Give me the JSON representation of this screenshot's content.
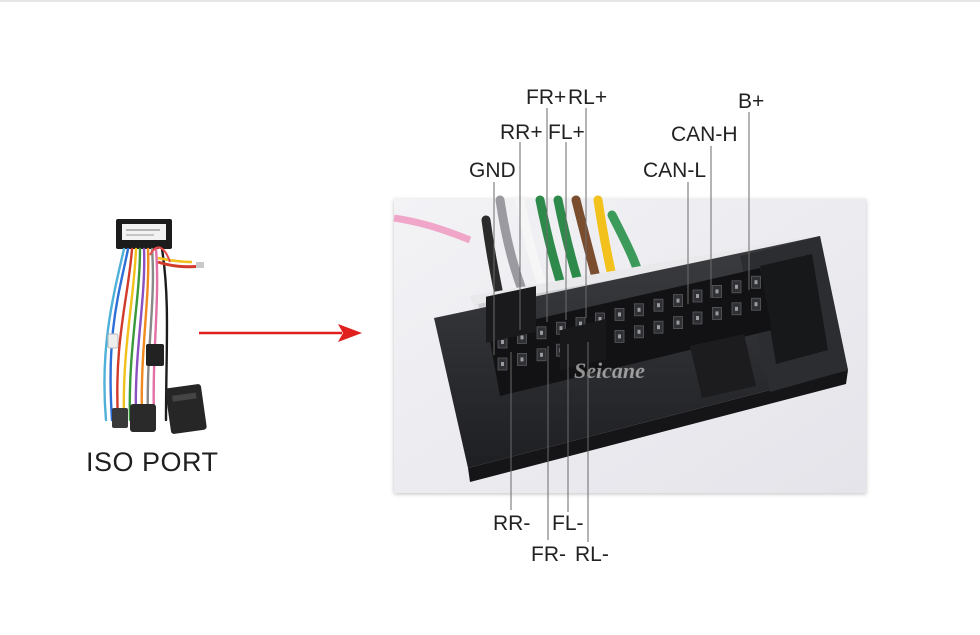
{
  "iso_port": {
    "label": "ISO PORT"
  },
  "connector": {
    "watermark": "Seicane"
  },
  "arrow": {
    "color": "#e0201c"
  },
  "pins_top": [
    {
      "id": "fr-plus",
      "label": "FR+"
    },
    {
      "id": "rl-plus",
      "label": "RL+"
    },
    {
      "id": "rr-plus",
      "label": "RR+"
    },
    {
      "id": "fl-plus",
      "label": "FL+"
    },
    {
      "id": "gnd",
      "label": "GND"
    },
    {
      "id": "b-plus",
      "label": "B+"
    },
    {
      "id": "can-h",
      "label": "CAN-H"
    },
    {
      "id": "can-l",
      "label": "CAN-L"
    }
  ],
  "pins_bottom": [
    {
      "id": "rr-minus",
      "label": "RR-"
    },
    {
      "id": "fl-minus",
      "label": "FL-"
    },
    {
      "id": "fr-minus",
      "label": "FR-"
    },
    {
      "id": "rl-minus",
      "label": "RL-"
    }
  ]
}
